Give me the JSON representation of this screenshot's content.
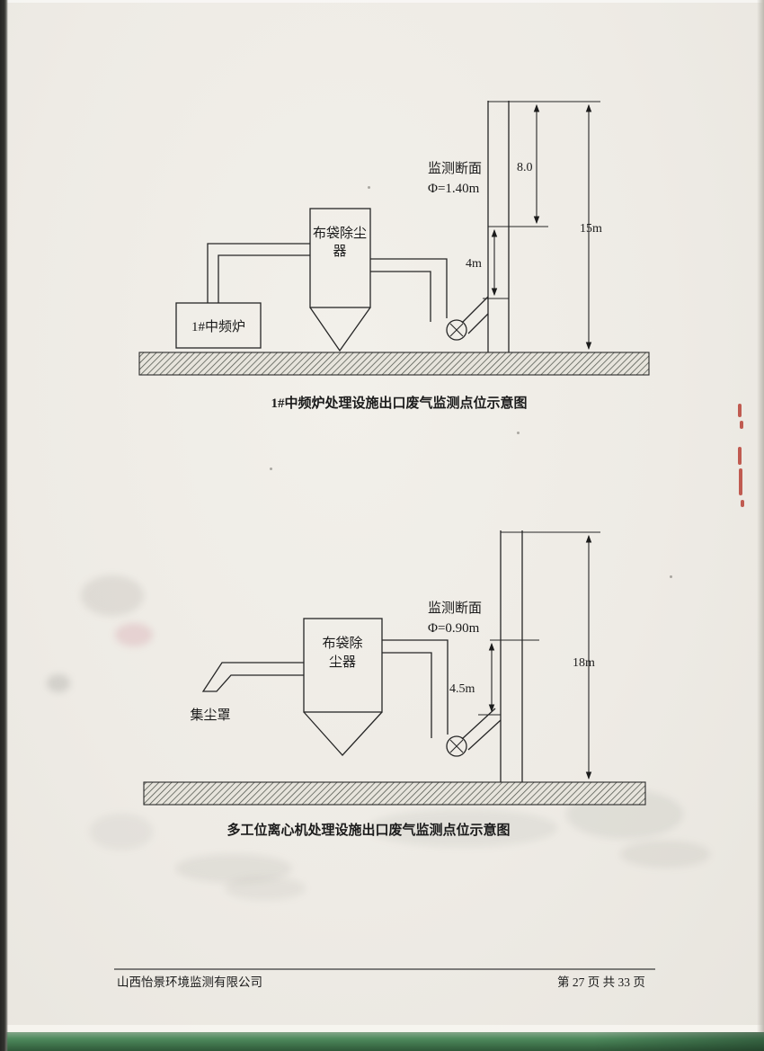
{
  "page": {
    "footer": {
      "company": "山西怡景环境监测有限公司",
      "page_info": "第 27 页 共 33 页"
    }
  },
  "diagram1": {
    "caption": "1#中频炉处理设施出口废气监测点位示意图",
    "monitoring_section": {
      "line1": "监测断面",
      "line2": "Φ=1.40m"
    },
    "dimensions": {
      "upper_stack": "8.0",
      "stack_height": "15m",
      "duct_to_section": "4m"
    },
    "equipment": {
      "collector_line1": "布袋除尘",
      "collector_line2": "器",
      "furnace": "1#中频炉"
    }
  },
  "diagram2": {
    "caption": "多工位离心机处理设施出口废气监测点位示意图",
    "monitoring_section": {
      "line1": "监测断面",
      "line2": "Φ=0.90m"
    },
    "dimensions": {
      "stack_height": "18m",
      "duct_to_section": "4.5m"
    },
    "equipment": {
      "collector_line1": "布袋除",
      "collector_line2": "尘器",
      "hood": "集尘罩"
    }
  }
}
